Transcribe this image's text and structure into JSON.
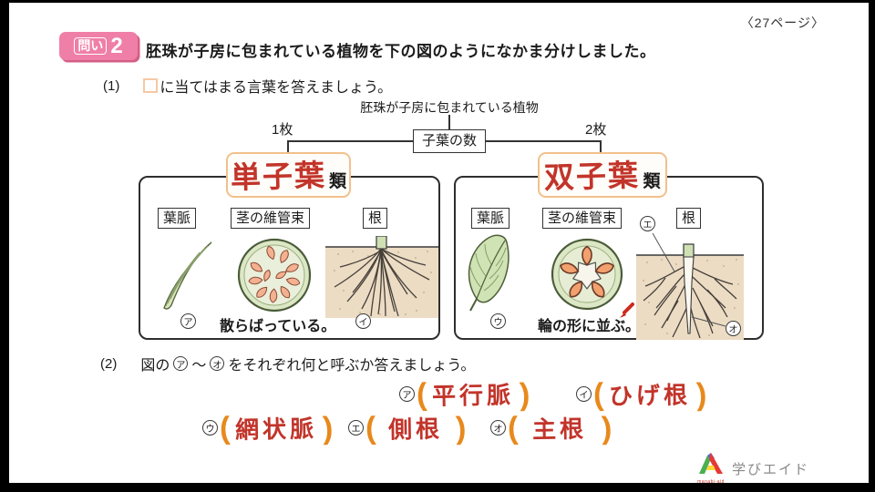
{
  "page_ref": "〈27ページ〉",
  "question": {
    "badge_word": "問い",
    "badge_number": "2",
    "title": "胚珠が子房に包まれている植物を下の図のようになかま分けしました。"
  },
  "sub_questions": {
    "q1": {
      "number": "(1)",
      "text": "に当てはまる言葉を答えましょう。"
    },
    "q2": {
      "number": "(2)",
      "prefix": "図の",
      "from_mark": "ア",
      "tilde": "〜",
      "to_mark": "オ",
      "suffix": "をそれぞれ何と呼ぶか答えましょう。"
    }
  },
  "tree": {
    "root_label": "胚珠が子房に包まれている植物",
    "node_label": "子葉の数",
    "left_branch": "1枚",
    "right_branch": "2枚"
  },
  "groups": {
    "left": {
      "name_handwritten": "単子葉",
      "name_suffix": "類",
      "items": [
        "葉脈",
        "茎の維管束",
        "根"
      ],
      "leaf_mark": "ア",
      "stem_caption": "散らばっている。",
      "root_mark": "イ"
    },
    "right": {
      "name_handwritten": "双子葉",
      "name_suffix": "類",
      "items": [
        "葉脈",
        "茎の維管束",
        "根"
      ],
      "leaf_mark": "ウ",
      "stem_caption": "輪の形に並ぶ。",
      "side_root_mark": "エ",
      "main_root_mark": "オ"
    }
  },
  "answers": [
    {
      "mark": "ア",
      "value": "平行脈"
    },
    {
      "mark": "イ",
      "value": "ひげ根"
    },
    {
      "mark": "ウ",
      "value": "網状脈"
    },
    {
      "mark": "エ",
      "value": "側根"
    },
    {
      "mark": "オ",
      "value": "主根"
    }
  ],
  "punctuation": {
    "paren_open": "(",
    "paren_close": ")"
  },
  "logo": {
    "text": "学びエイド",
    "sub": "manabi-aid"
  },
  "colors": {
    "badge_pink": "#ef7fa6",
    "badge_shadow": "#d45f86",
    "peach_border": "#f2c08c",
    "handwriting_red": "#c2342a",
    "paren_orange": "#e8891c",
    "leaf_green": "#d4e2b4",
    "stem_ring_green": "#dce7c6",
    "bundle_orange": "#f2a878",
    "soil_tan": "#ecdcc4",
    "frame_black": "#000000"
  }
}
